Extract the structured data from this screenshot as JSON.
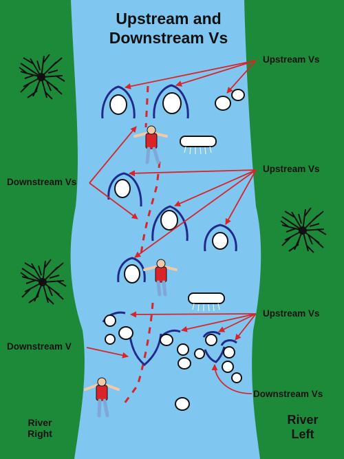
{
  "title_line1": "Upstream and",
  "title_line2": "Downstream Vs",
  "labels": {
    "upstream_top": "Upstream Vs",
    "upstream_mid": "Upstream Vs",
    "upstream_low": "Upstream Vs",
    "downstream_left": "Downstream Vs",
    "downstream_v": "Downstream V",
    "downstream_right": "Downstream Vs",
    "river_right_1": "River",
    "river_right_2": "Right",
    "river_left_1": "River",
    "river_left_2": "Left"
  },
  "colors": {
    "bank": "#1d8a3a",
    "water": "#7fc6f0",
    "v_line": "#1f2a8a",
    "arrow": "#d9242a",
    "swimmer_vest": "#d9242a"
  }
}
